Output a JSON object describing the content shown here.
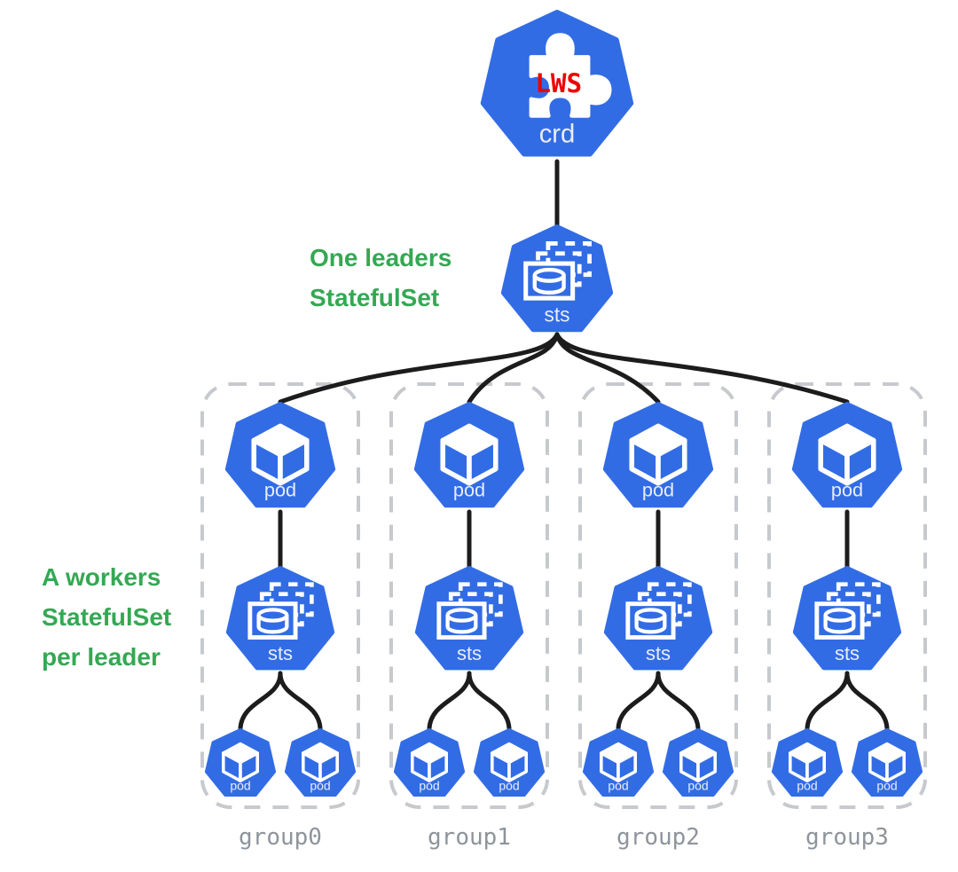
{
  "colors": {
    "k8s_blue": "#326CE5",
    "annotation_green": "#34A853",
    "lws_red": "#EE0000",
    "connector_black": "#1C1C1C",
    "group_border_gray": "#C6C9CD",
    "group_label_gray": "#8E949B",
    "node_label_white": "#E9EDF4"
  },
  "crd_node": {
    "badge": "LWS",
    "label": "crd"
  },
  "leader_sts_node": {
    "label": "sts"
  },
  "annotations": {
    "leader_note_line1": "One leaders",
    "leader_note_line2": "StatefulSet",
    "workers_note_line1": "A workers",
    "workers_note_line2": "StatefulSet",
    "workers_note_line3": "per leader"
  },
  "groups": [
    {
      "name": "group0",
      "leader_pod": "pod",
      "workers_sts": "sts",
      "worker_pods": [
        "pod",
        "pod"
      ]
    },
    {
      "name": "group1",
      "leader_pod": "pod",
      "workers_sts": "sts",
      "worker_pods": [
        "pod",
        "pod"
      ]
    },
    {
      "name": "group2",
      "leader_pod": "pod",
      "workers_sts": "sts",
      "worker_pods": [
        "pod",
        "pod"
      ]
    },
    {
      "name": "group3",
      "leader_pod": "pod",
      "workers_sts": "sts",
      "worker_pods": [
        "pod",
        "pod"
      ]
    }
  ]
}
